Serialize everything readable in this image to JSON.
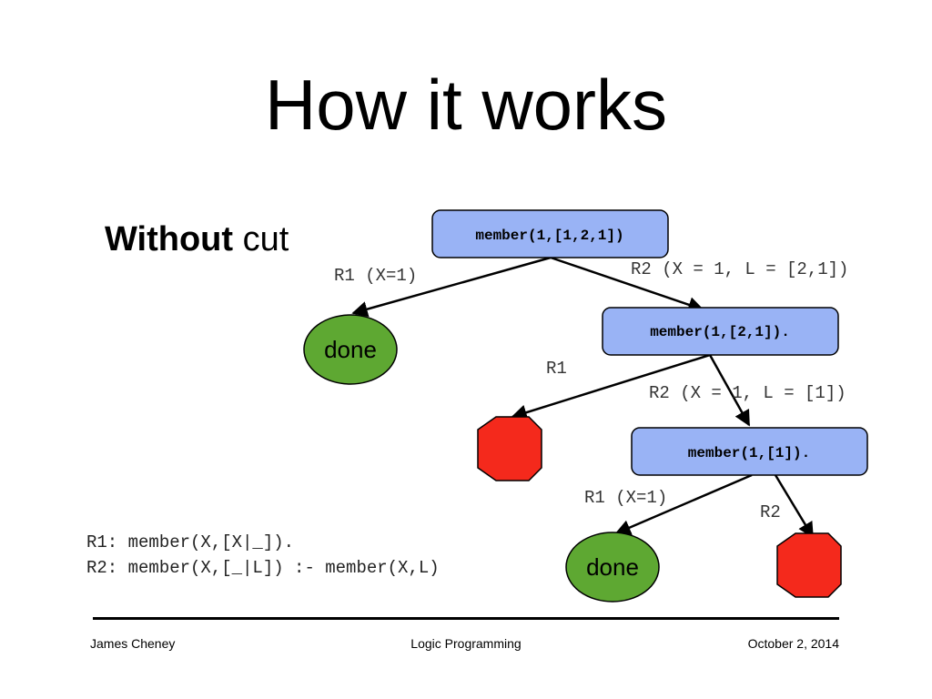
{
  "title": "How it works",
  "subtitle": {
    "bold": "Without",
    "rest": " cut"
  },
  "nodes": {
    "root": "member(1,[1,2,1])",
    "second": "member(1,[2,1]).",
    "third": "member(1,[1]).",
    "done_1": "done",
    "done_2": "done"
  },
  "edge_labels": {
    "root_r1": "R1 (X=1)",
    "root_r2": "R2 (X = 1, L = [2,1])",
    "second_r1": "R1",
    "second_r2": "R2 (X = 1, L = [1])",
    "third_r1": "R1 (X=1)",
    "third_r2": "R2"
  },
  "rules": {
    "r1": "R1: member(X,[X|_]).",
    "r2": "R2: member(X,[_|L]) :- member(X,L)"
  },
  "footer": {
    "author": "James Cheney",
    "course": "Logic Programming",
    "date": "October 2, 2014"
  },
  "colors": {
    "goal_fill": "#99b3f5",
    "done_fill": "#5ea832",
    "fail_fill": "#f4291c"
  }
}
